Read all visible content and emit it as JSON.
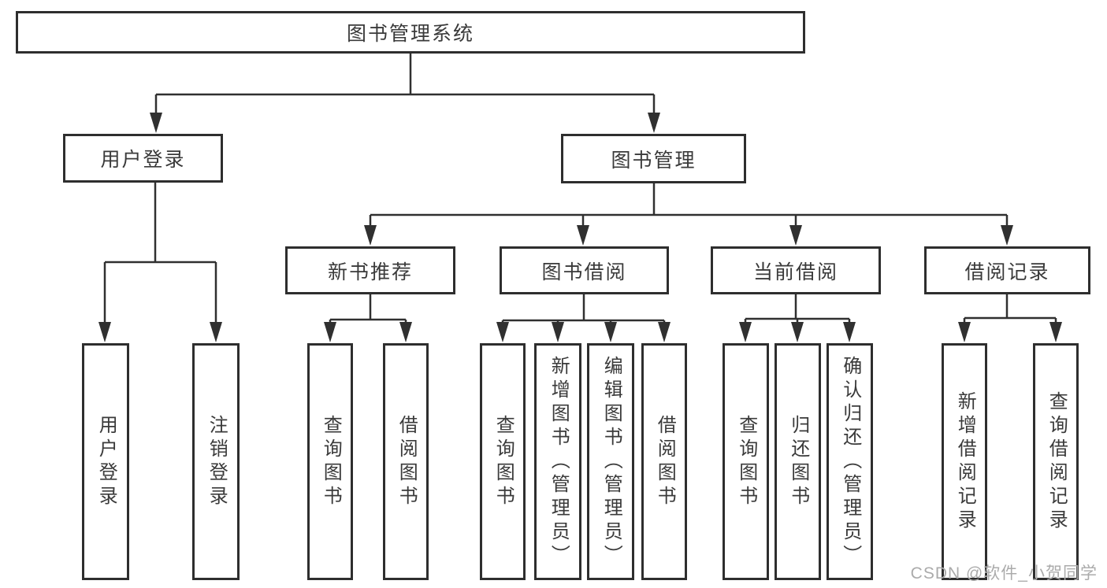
{
  "diagram_title": "图书管理系统",
  "nodes": {
    "root": {
      "label": "图书管理系统"
    },
    "user_login": {
      "label": "用户登录"
    },
    "book_management": {
      "label": "图书管理"
    },
    "new_book_recommend": {
      "label": "新书推荐"
    },
    "book_borrowing": {
      "label": "图书借阅"
    },
    "current_borrowing": {
      "label": "当前借阅"
    },
    "borrowing_records": {
      "label": "借阅记录"
    },
    "leaf_user_login": {
      "label": "用户登录"
    },
    "leaf_logout_login": {
      "label": "注销登录"
    },
    "leaf_query_books_recommend": {
      "label": "查询图书"
    },
    "leaf_borrow_books_recommend": {
      "label": "借阅图书"
    },
    "leaf_query_books_borrowing": {
      "label": "查询图书"
    },
    "leaf_add_books_admin": {
      "label": "新增图书（管理员）"
    },
    "leaf_edit_books_admin": {
      "label": "编辑图书（管理员）"
    },
    "leaf_borrow_books_borrowing": {
      "label": "借阅图书"
    },
    "leaf_query_books_current": {
      "label": "查询图书"
    },
    "leaf_return_books": {
      "label": "归还图书"
    },
    "leaf_confirm_return_admin": {
      "label": "确认归还（管理员）"
    },
    "leaf_add_borrow_record": {
      "label": "新增借阅记录"
    },
    "leaf_query_borrow_record": {
      "label": "查询借阅记录"
    }
  },
  "hierarchy": {
    "图书管理系统": {
      "用户登录": [
        "用户登录",
        "注销登录"
      ],
      "图书管理": {
        "新书推荐": [
          "查询图书",
          "借阅图书"
        ],
        "图书借阅": [
          "查询图书",
          "新增图书（管理员）",
          "编辑图书（管理员）",
          "借阅图书"
        ],
        "当前借阅": [
          "查询图书",
          "归还图书",
          "确认归还（管理员）"
        ],
        "借阅记录": [
          "新增借阅记录",
          "查询借阅记录"
        ]
      }
    }
  },
  "watermark": {
    "text": "CSDN @软件_小贺同学"
  },
  "colors": {
    "line": "#303030",
    "border": "#2e2e2e",
    "text": "#3a3a3a",
    "background": "#ffffff",
    "watermark": "#ababab"
  }
}
